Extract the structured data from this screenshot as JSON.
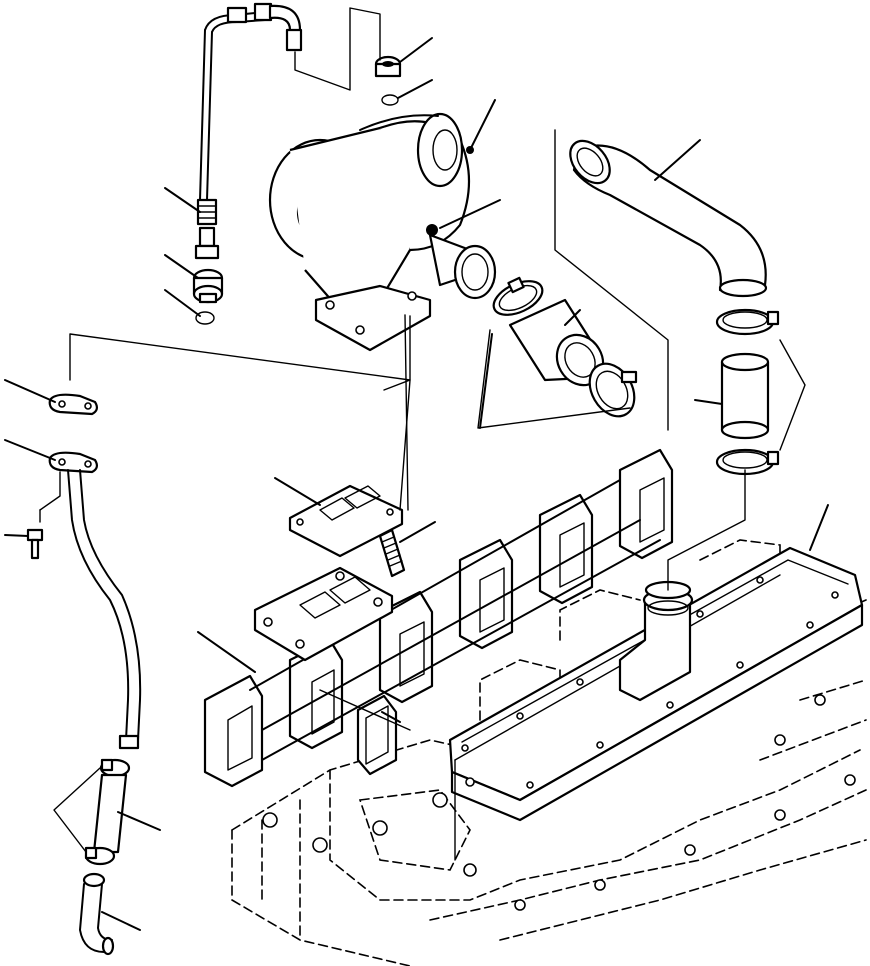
{
  "colors": {
    "ink": "#000000",
    "paper": "#ffffff"
  },
  "callouts": [
    {
      "id": "c1"
    },
    {
      "id": "c2"
    },
    {
      "id": "c3"
    },
    {
      "id": "c4"
    },
    {
      "id": "c5"
    },
    {
      "id": "c6"
    },
    {
      "id": "c7"
    },
    {
      "id": "c8"
    },
    {
      "id": "c9"
    },
    {
      "id": "c10"
    },
    {
      "id": "c11"
    },
    {
      "id": "c12"
    },
    {
      "id": "c13"
    },
    {
      "id": "c14"
    },
    {
      "id": "c15"
    },
    {
      "id": "c16"
    },
    {
      "id": "c17"
    },
    {
      "id": "c18"
    },
    {
      "id": "c19"
    },
    {
      "id": "c20"
    },
    {
      "id": "c21"
    }
  ]
}
